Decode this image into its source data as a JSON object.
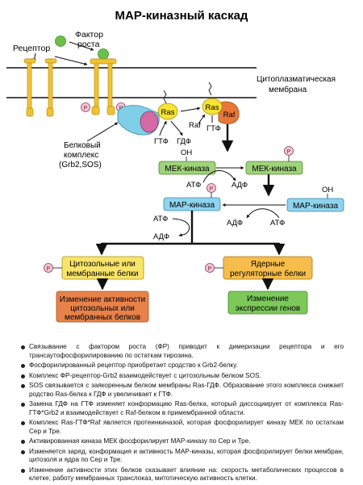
{
  "title": "МАР-киназный каскад",
  "labels": {
    "receptor": "Рецептор",
    "growth_factor_line1": "Фактор",
    "growth_factor_line2": "роста",
    "membrane_line1": "Цитоплазматическая",
    "membrane_line2": "мембрана",
    "ras1": "Ras",
    "ras2": "Ras",
    "raf_outside": "Raf",
    "raf_on": "Raf",
    "gtp1": "ГТФ",
    "gdp1": "ГДФ",
    "gtp2": "ГТФ",
    "complex_line1": "Белковый",
    "complex_line2": "комплекс",
    "complex_line3": "(Grb2,SOS)",
    "oh1": "OH",
    "mek_left": "МЕК-киназа",
    "mek_right": "МЕК-киназа",
    "atp1": "АТФ",
    "adp1": "АДФ",
    "oh2": "OH",
    "mapk_left": "МАР-киназа",
    "mapk_right": "МАР-киназа",
    "adp2": "АДФ",
    "atp2": "АТФ",
    "atp3": "АТФ",
    "adp3": "АДФ",
    "cyto_line1": "Цитозольные или",
    "cyto_line2": "мембранные белки",
    "nuclear_line1": "Ядерные",
    "nuclear_line2": "регуляторные белки",
    "cyto_out_line1": "Изменение активности",
    "cyto_out_line2": "цитозольных или",
    "cyto_out_line3": "мембранных белков",
    "nuc_out_line1": "Изменение",
    "nuc_out_line2": "экспрессии генов",
    "p": "P"
  },
  "notes": [
    "Связывание с фактором роста (ФР) приводит к димеризации рецептора и его трансаутофосфорилированию по остаткам тирозина.",
    "Фосфорилированный рецептор приобретает сродство к Grb2-белку.",
    "Комплекс ФР-рецептор-Grb2 взаимодействует с цитозольным белком SOS.",
    "SOS связывается с заякоренным белком мембраны Ras-ГДФ. Образование этого комплекса снижает родство Ras-белка к ГДФ и увеличивает к ГТФ.",
    "Замена ГДФ на ГТФ изменяет конформацию Ras-белка, который диссоциирует от комплекса Ras-ГТФ*Grb2 и взаимодействует с Raf-белком в примембранной области.",
    "Комплекс Ras-ГТФ*Raf является протеинкиназой, которая фосфорилирует киназу МЕК по остаткам Сер и Тре.",
    "Активированная киназа МЕК фосфорилирует МАР-киназу по Сер и Тре.",
    "Изменяется заряд, конформация и активность МАР-киназы, которая фосфорилирует белки мембран, цитозоля и ядра по Сер и Тре.",
    "Изменение активности этих белков сказывает влияние на: скорость метаболических процессов в клетке, работу мембранных транслоказ, митотическую активность клетки."
  ],
  "colors": {
    "receptor": "#f2c232",
    "growth_factor": "#6cc04a",
    "phospho": "#f4c7d6",
    "complex": "#7fd0e6",
    "complex_part": "#d46aa6",
    "ras": "#f6e332",
    "raf": "#e8773a",
    "kinase_green": "#9fd27a",
    "kinase_blue": "#8fd3ee",
    "target_yellow": "#f9e46a",
    "target_orange": "#f6bd4c",
    "outcome_orange": "#e8824a",
    "outcome_green": "#7cc95a"
  }
}
